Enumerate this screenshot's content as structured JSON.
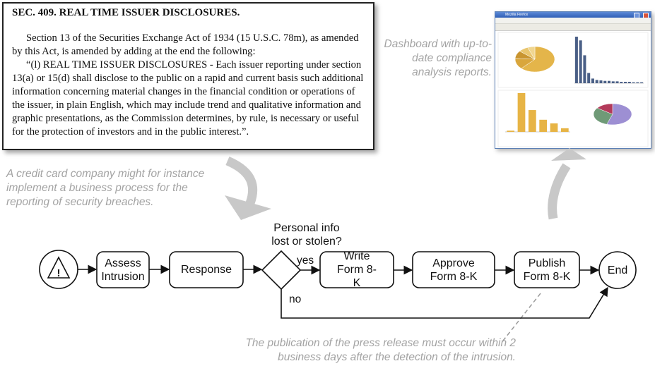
{
  "law_document": {
    "title": "SEC. 409. REAL TIME ISSUER DISCLOSURES.",
    "paragraph_1": "Section 13 of the Securities Exchange Act of 1934 (15 U.S.C. 78m), as amended by this Act, is amended by adding at the end the following:",
    "paragraph_2": "“(l) REAL TIME ISSUER DISCLOSURES - Each issuer reporting under section 13(a) or 15(d) shall disclose to the public on a rapid and current basis such additional information concerning material changes in the financial condition or operations of the issuer, in plain English, which may include trend and qualitative information and graphic presentations, as the Commission determines, by rule, is necessary or useful for the protection of investors and in the public interest.”."
  },
  "annotations": {
    "credit_card": "A credit card company might for instance implement a business process for the reporting of security breaches.",
    "dashboard": "Dashboard with up-to-date compliance analysis reports.",
    "publication": "The publication of the press release must occur within 2 business days after the detection of the intrusion."
  },
  "process": {
    "start_symbol": "!",
    "tasks": {
      "assess": "Assess Intrusion",
      "response": "Response",
      "write": "Write Form 8-K",
      "approve": "Approve Form 8-K",
      "publish": "Publish Form 8-K"
    },
    "gateway_question": "Personal info lost or stolen?",
    "flow_yes": "yes",
    "flow_no": "no",
    "end": "End"
  },
  "dashboard_window": {
    "title": "Mozilla Firefox"
  },
  "chart_data": [
    {
      "type": "pie",
      "values": [
        62,
        14,
        10,
        8,
        6
      ]
    },
    {
      "type": "bar",
      "values": [
        100,
        92,
        60,
        22,
        10,
        7,
        6,
        5,
        5,
        4,
        4,
        3,
        3,
        3,
        2,
        2,
        2
      ]
    },
    {
      "type": "bar",
      "values": [
        5,
        160,
        90,
        50,
        35,
        15
      ]
    },
    {
      "type": "pie",
      "values": [
        55,
        30,
        15
      ]
    }
  ],
  "colors": {
    "annotation": "#a3a3a3",
    "callout_arrow": "#c8c8c8",
    "pie_gold": "#e4b54a",
    "bar_navy": "#4a5f86",
    "bar_gold": "#e7b445",
    "pie_purple": "#9d8fd3",
    "pie_green": "#6f9a77",
    "pie_red": "#b33a5a"
  }
}
